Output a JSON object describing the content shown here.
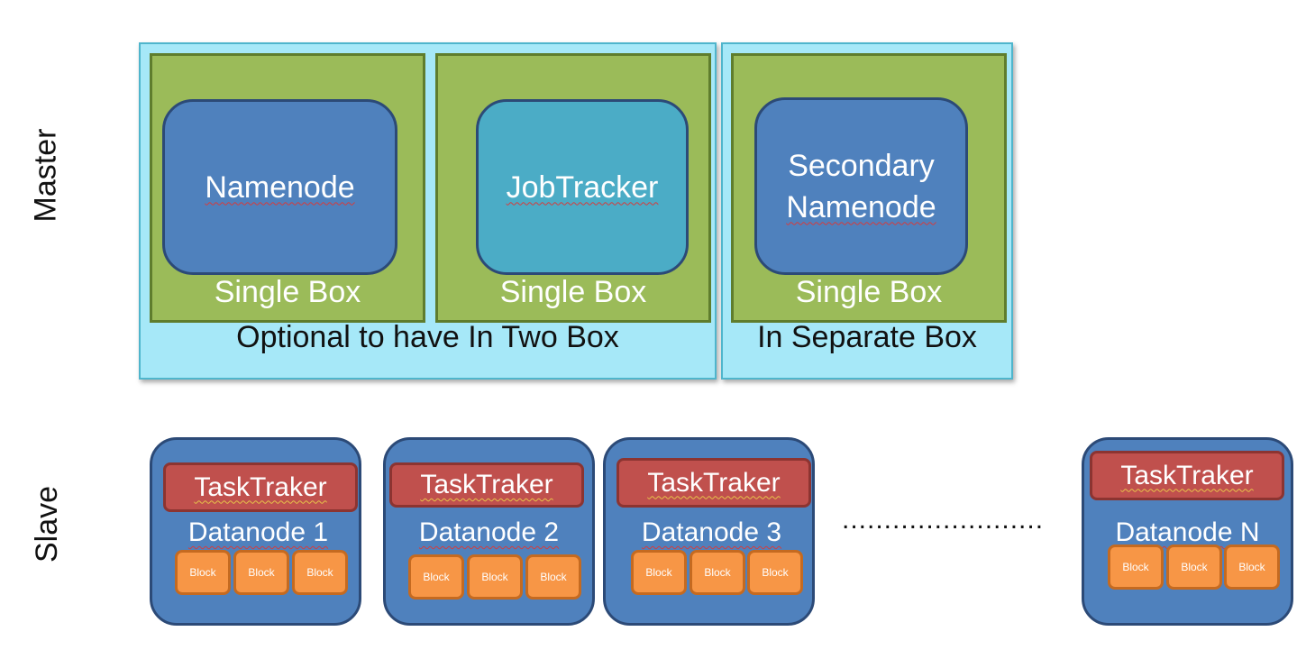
{
  "labels": {
    "master": "Master",
    "slave": "Slave"
  },
  "master": {
    "group_two_box_caption": "Optional to have In Two Box",
    "group_separate_caption": "In Separate Box",
    "boxes": [
      {
        "node": "Namenode",
        "caption": "Single Box"
      },
      {
        "node": "JobTracker",
        "caption": "Single Box"
      },
      {
        "node_line1": "Secondary",
        "node_line2": "Namenode",
        "caption": "Single Box"
      }
    ]
  },
  "slaves": [
    {
      "tasktracker": "TaskTraker",
      "datanode": "Datanode 1",
      "blocks": [
        "Block",
        "Block",
        "Block"
      ]
    },
    {
      "tasktracker": "TaskTraker",
      "datanode": "Datanode 2",
      "blocks": [
        "Block",
        "Block",
        "Block"
      ]
    },
    {
      "tasktracker": "TaskTraker",
      "datanode": "Datanode 3",
      "blocks": [
        "Block",
        "Block",
        "Block"
      ]
    },
    {
      "tasktracker": "TaskTraker",
      "datanode": "Datanode N",
      "blocks": [
        "Block",
        "Block",
        "Block"
      ]
    }
  ],
  "ellipsis": "........................",
  "colors": {
    "group_fill": "#a6e8f8",
    "single_box_fill": "#9bbb59",
    "node_blue": "#4f81bd",
    "node_teal": "#4bacc6",
    "tasktracker_fill": "#c0504d",
    "block_fill": "#f79646"
  }
}
